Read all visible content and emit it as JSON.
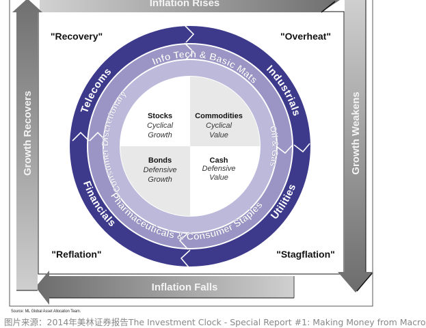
{
  "arrows": {
    "top": "Inflation Rises",
    "right": "Growth Weakens",
    "bottom": "Inflation Falls",
    "left": "Growth Recovers"
  },
  "phases": {
    "top_left": "\"Recovery\"",
    "top_right": "\"Overheat\"",
    "bottom_left": "\"Reflation\"",
    "bottom_right": "\"Stagflation\""
  },
  "outer_ring": {
    "telecoms": "Telecoms",
    "industrials": "Industrials",
    "utilities": "Utilities",
    "financials": "Financials"
  },
  "middle_ring": {
    "top": "Info Tech & Basic Mats",
    "bottom": "Pharmaceuticals & Consumer Staples"
  },
  "inner_ring": {
    "left": "Consumer Discretionary",
    "right": "Oil & Gas"
  },
  "quadrants": [
    {
      "title": "Stocks",
      "line1": "Cyclical",
      "line2": "Growth"
    },
    {
      "title": "Commodities",
      "line1": "Cyclical",
      "line2": "Value"
    },
    {
      "title": "Bonds",
      "line1": "Defensive",
      "line2": "Growth"
    },
    {
      "title": "Cash",
      "line1": "Defensive",
      "line2": "Value"
    }
  ],
  "colors": {
    "outer_ring": "#3d3a8c",
    "middle_ring": "#9a95c4",
    "inner_ring": "#bdb9da",
    "quadrant_light": "#ffffff",
    "quadrant_gray": "#e8e8e8"
  },
  "source": "Source: ML Global Asset Allocation Team.",
  "caption": "图片来源：2014年美林证券报告The Investment Clock - Special Report #1: Making Money from Macro"
}
